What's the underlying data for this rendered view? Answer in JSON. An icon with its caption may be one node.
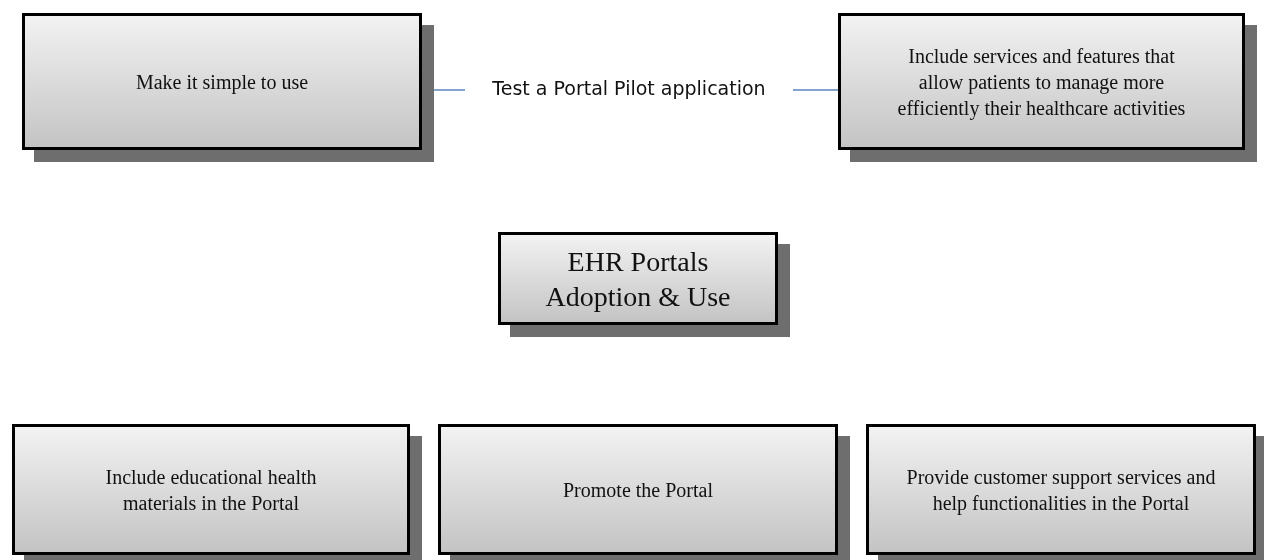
{
  "diagram": {
    "nodes": [
      {
        "text": [
          "Make it simple to use"
        ]
      },
      {
        "text": [
          "Test a Portal Pilot application"
        ]
      },
      {
        "text": [
          "Include services and features that allow patients to manage more efficiently their healthcare activities"
        ]
      },
      {
        "text": [
          "EHR Portals Adoption & Use"
        ]
      },
      {
        "text": [
          "Include educational health materials in the Portal"
        ]
      },
      {
        "text": [
          "Promote the Portal"
        ]
      },
      {
        "text": [
          "Provide customer support services and help functionalities in the Portal"
        ]
      }
    ],
    "edges": [
      {
        "from": 0,
        "to": 1,
        "arrow": "none",
        "color": "#5b85bf"
      },
      {
        "from": 1,
        "to": 2,
        "arrow": "none",
        "color": "#5b85bf"
      }
    ]
  }
}
